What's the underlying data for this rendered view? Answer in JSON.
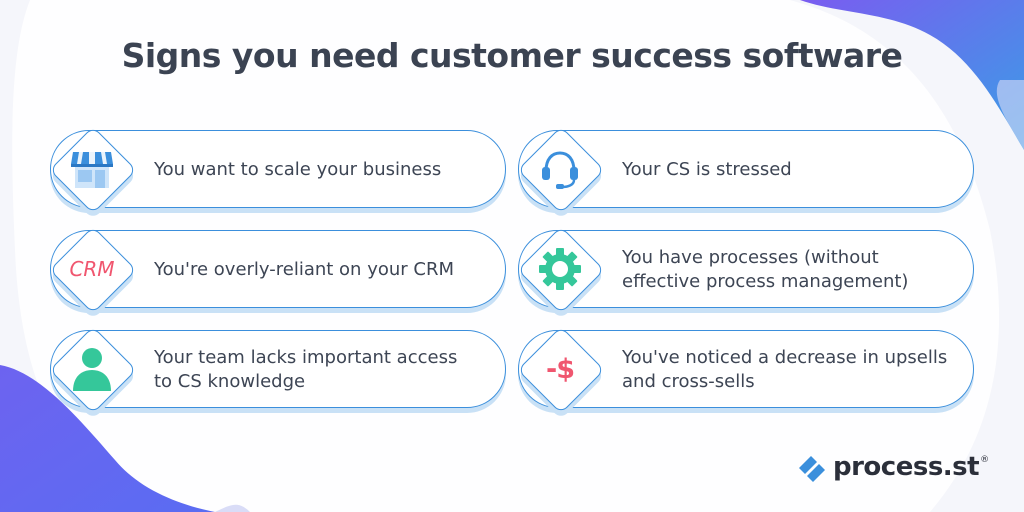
{
  "title": "Signs you need customer success software",
  "items": [
    {
      "text": "You want to scale your business",
      "icon": "storefront-icon"
    },
    {
      "text": "Your CS is stressed",
      "icon": "headset-icon"
    },
    {
      "text": "You're overly-reliant on your CRM",
      "icon": "crm-icon",
      "icon_text": "CRM"
    },
    {
      "text": "You have processes (without effective process management)",
      "icon": "gear-icon"
    },
    {
      "text": "Your team lacks important access to CS knowledge",
      "icon": "person-icon"
    },
    {
      "text": "You've noticed a decrease in upsells and cross-sells",
      "icon": "dollar-decrease-icon",
      "icon_text": "-$"
    }
  ],
  "logo": {
    "name": "process.st",
    "reg": "®"
  },
  "colors": {
    "accent_blue": "#3b8fdc",
    "icon_red": "#f0566f",
    "icon_green": "#35c79a",
    "corner_gradient_start": "#6d63f0",
    "corner_gradient_end": "#3a9ee6",
    "title": "#3b4352"
  }
}
